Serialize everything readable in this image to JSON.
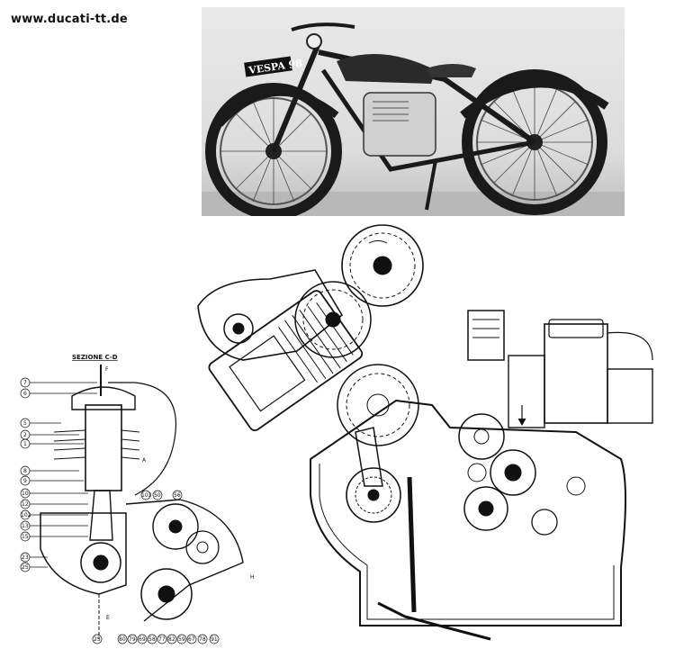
{
  "watermark": "www.ducati-tt.de",
  "photo": {
    "plate_text": "VESPA 98"
  },
  "drawing": {
    "section_title": "SEZIONE C-D",
    "left_callouts": [
      "7",
      "6",
      "5",
      "2",
      "1",
      "8",
      "9",
      "10",
      "12",
      "102",
      "13",
      "15",
      "23",
      "25"
    ],
    "top_callouts": [
      "103",
      "50",
      "56"
    ],
    "bottom_callouts": [
      "25",
      "80",
      "79",
      "69",
      "58",
      "77",
      "82",
      "59",
      "67",
      "78",
      "91"
    ],
    "section_letters": [
      "F",
      "A",
      "E",
      "H"
    ]
  }
}
